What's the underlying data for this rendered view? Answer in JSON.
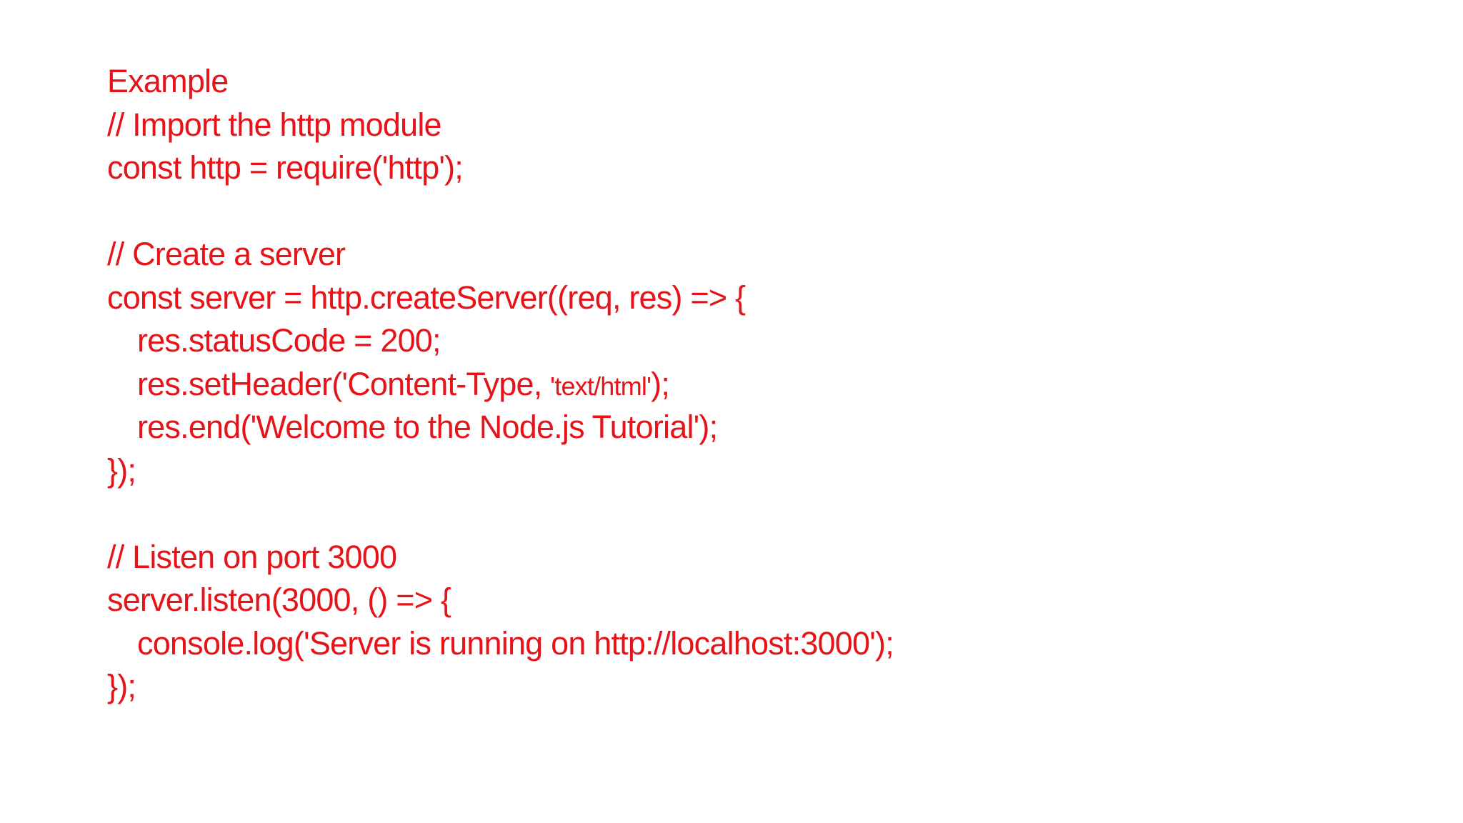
{
  "page": {
    "background": "#ffffff"
  },
  "code": {
    "color": "#e61419",
    "lines": [
      {
        "indent": 0,
        "text": "Example"
      },
      {
        "indent": 0,
        "text": "// Import the http module"
      },
      {
        "indent": 0,
        "text": "const http = require('http');"
      },
      {
        "indent": 0,
        "text": ""
      },
      {
        "indent": 0,
        "text": "// Create a server"
      },
      {
        "indent": 0,
        "text": "const server = http.createServer((req, res) => {"
      },
      {
        "indent": 1,
        "text": "res.statusCode = 200;"
      },
      {
        "indent": 1,
        "segments": [
          {
            "small": false,
            "text": "res.setHeader('Content-Type, "
          },
          {
            "small": true,
            "text": "'text/html'"
          },
          {
            "small": false,
            "text": ");"
          }
        ]
      },
      {
        "indent": 1,
        "text": "res.end('Welcome to the Node.js Tutorial');"
      },
      {
        "indent": 0,
        "text": "});"
      },
      {
        "indent": 0,
        "text": ""
      },
      {
        "indent": 0,
        "text": "// Listen on port 3000"
      },
      {
        "indent": 0,
        "text": "server.listen(3000, () => {"
      },
      {
        "indent": 1,
        "text": "console.log('Server is running on http://localhost:3000');"
      },
      {
        "indent": 0,
        "text": "});"
      }
    ]
  }
}
